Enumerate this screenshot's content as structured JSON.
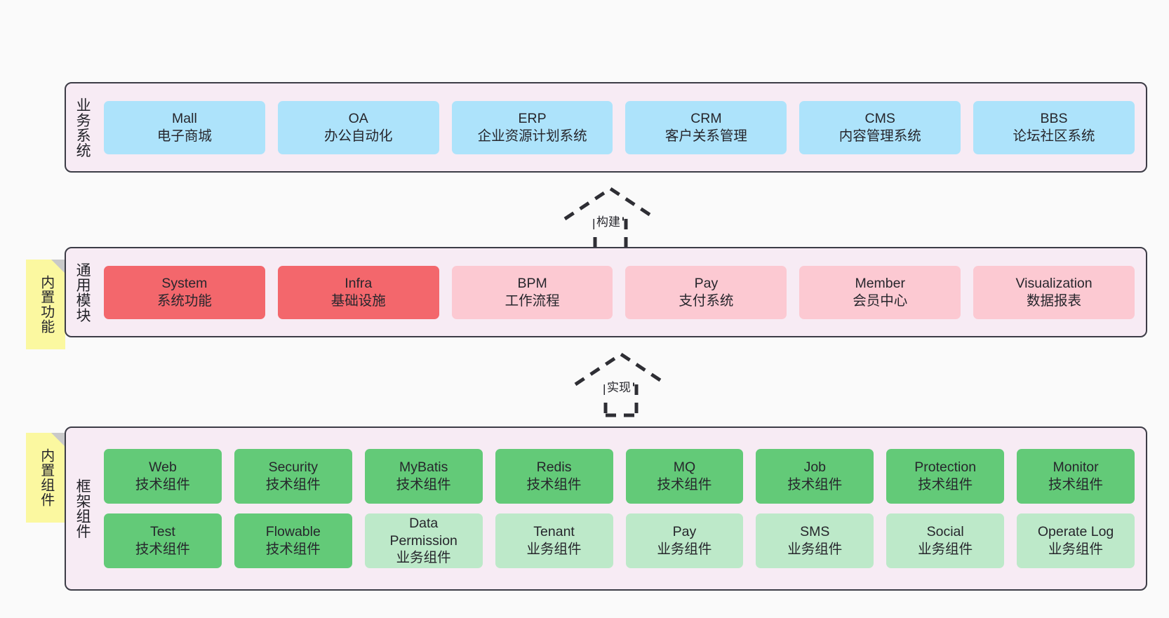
{
  "diagram": {
    "title": "ruoyi-vue-pro architecture layers",
    "background": "#fafafa",
    "colors": {
      "layer_fill": "#f7ebf4",
      "layer_border": "#3c3c46",
      "business": "#ade3fb",
      "module_primary": "#f3676c",
      "module_secondary": "#fcc9d2",
      "tech_component": "#63ca78",
      "biz_component": "#bde9c9",
      "note": "#fbf8a0",
      "note_fold": "#c9c9c9"
    }
  },
  "layers": [
    {
      "id": "business-systems",
      "title": "业务系统",
      "rows": [
        {
          "cards": [
            {
              "name": "Mall",
              "sub": "电子商城",
              "style": "c-blue"
            },
            {
              "name": "OA",
              "sub": "办公自动化",
              "style": "c-blue"
            },
            {
              "name": "ERP",
              "sub": "企业资源计划系统",
              "style": "c-blue"
            },
            {
              "name": "CRM",
              "sub": "客户关系管理",
              "style": "c-blue"
            },
            {
              "name": "CMS",
              "sub": "内容管理系统",
              "style": "c-blue"
            },
            {
              "name": "BBS",
              "sub": "论坛社区系统",
              "style": "c-blue"
            }
          ]
        }
      ]
    },
    {
      "id": "common-modules",
      "title": "通用模块",
      "note": "内置功能",
      "rows": [
        {
          "cards": [
            {
              "name": "System",
              "sub": "系统功能",
              "style": "c-red"
            },
            {
              "name": "Infra",
              "sub": "基础设施",
              "style": "c-red"
            },
            {
              "name": "BPM",
              "sub": "工作流程",
              "style": "c-pink"
            },
            {
              "name": "Pay",
              "sub": "支付系统",
              "style": "c-pink"
            },
            {
              "name": "Member",
              "sub": "会员中心",
              "style": "c-pink"
            },
            {
              "name": "Visualization",
              "sub": "数据报表",
              "style": "c-pink"
            }
          ]
        }
      ]
    },
    {
      "id": "framework-components",
      "title": "框架组件",
      "note": "内置组件",
      "rows": [
        {
          "cards": [
            {
              "name": "Web",
              "sub": "技术组件",
              "style": "c-green"
            },
            {
              "name": "Security",
              "sub": "技术组件",
              "style": "c-green"
            },
            {
              "name": "MyBatis",
              "sub": "技术组件",
              "style": "c-green"
            },
            {
              "name": "Redis",
              "sub": "技术组件",
              "style": "c-green"
            },
            {
              "name": "MQ",
              "sub": "技术组件",
              "style": "c-green"
            },
            {
              "name": "Job",
              "sub": "技术组件",
              "style": "c-green"
            },
            {
              "name": "Protection",
              "sub": "技术组件",
              "style": "c-green"
            },
            {
              "name": "Monitor",
              "sub": "技术组件",
              "style": "c-green"
            }
          ]
        },
        {
          "cards": [
            {
              "name": "Test",
              "sub": "技术组件",
              "style": "c-green"
            },
            {
              "name": "Flowable",
              "sub": "技术组件",
              "style": "c-green"
            },
            {
              "name": "Data Permission",
              "sub": "业务组件",
              "style": "c-greenlight"
            },
            {
              "name": "Tenant",
              "sub": "业务组件",
              "style": "c-greenlight"
            },
            {
              "name": "Pay",
              "sub": "业务组件",
              "style": "c-greenlight"
            },
            {
              "name": "SMS",
              "sub": "业务组件",
              "style": "c-greenlight"
            },
            {
              "name": "Social",
              "sub": "业务组件",
              "style": "c-greenlight"
            },
            {
              "name": "Operate Log",
              "sub": "业务组件",
              "style": "c-greenlight"
            }
          ]
        }
      ]
    }
  ],
  "connectors": [
    {
      "id": "build",
      "label": "构建"
    },
    {
      "id": "implement",
      "label": "实现"
    }
  ]
}
